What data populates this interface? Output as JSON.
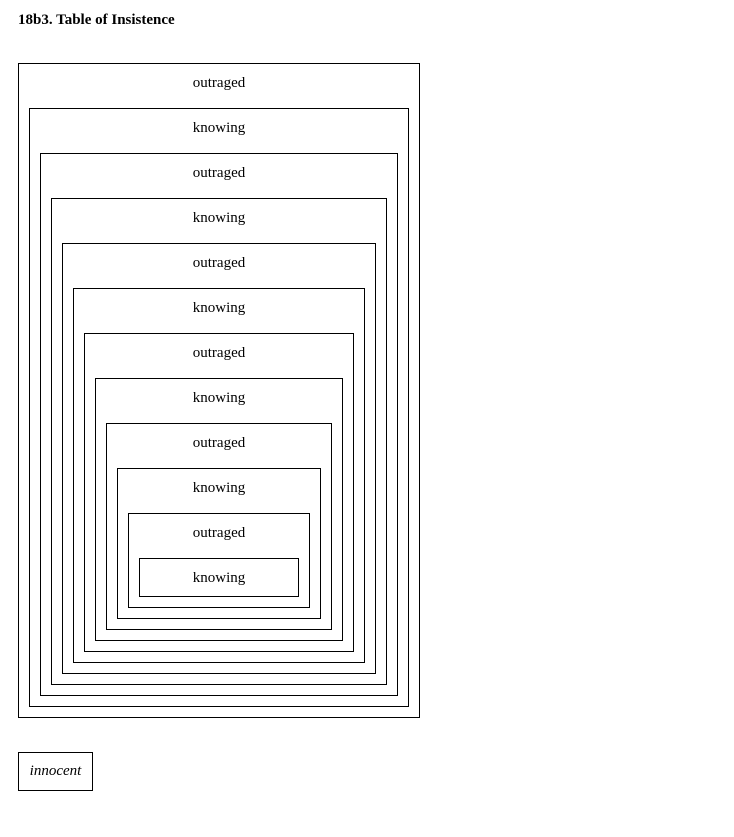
{
  "page": {
    "title": "18b3. Table of Insistence"
  },
  "nested_boxes": [
    "outraged",
    "knowing",
    "outraged",
    "knowing",
    "outraged",
    "knowing",
    "outraged",
    "knowing",
    "outraged",
    "knowing",
    "outraged",
    "knowing"
  ],
  "footer": {
    "label": "innocent"
  }
}
